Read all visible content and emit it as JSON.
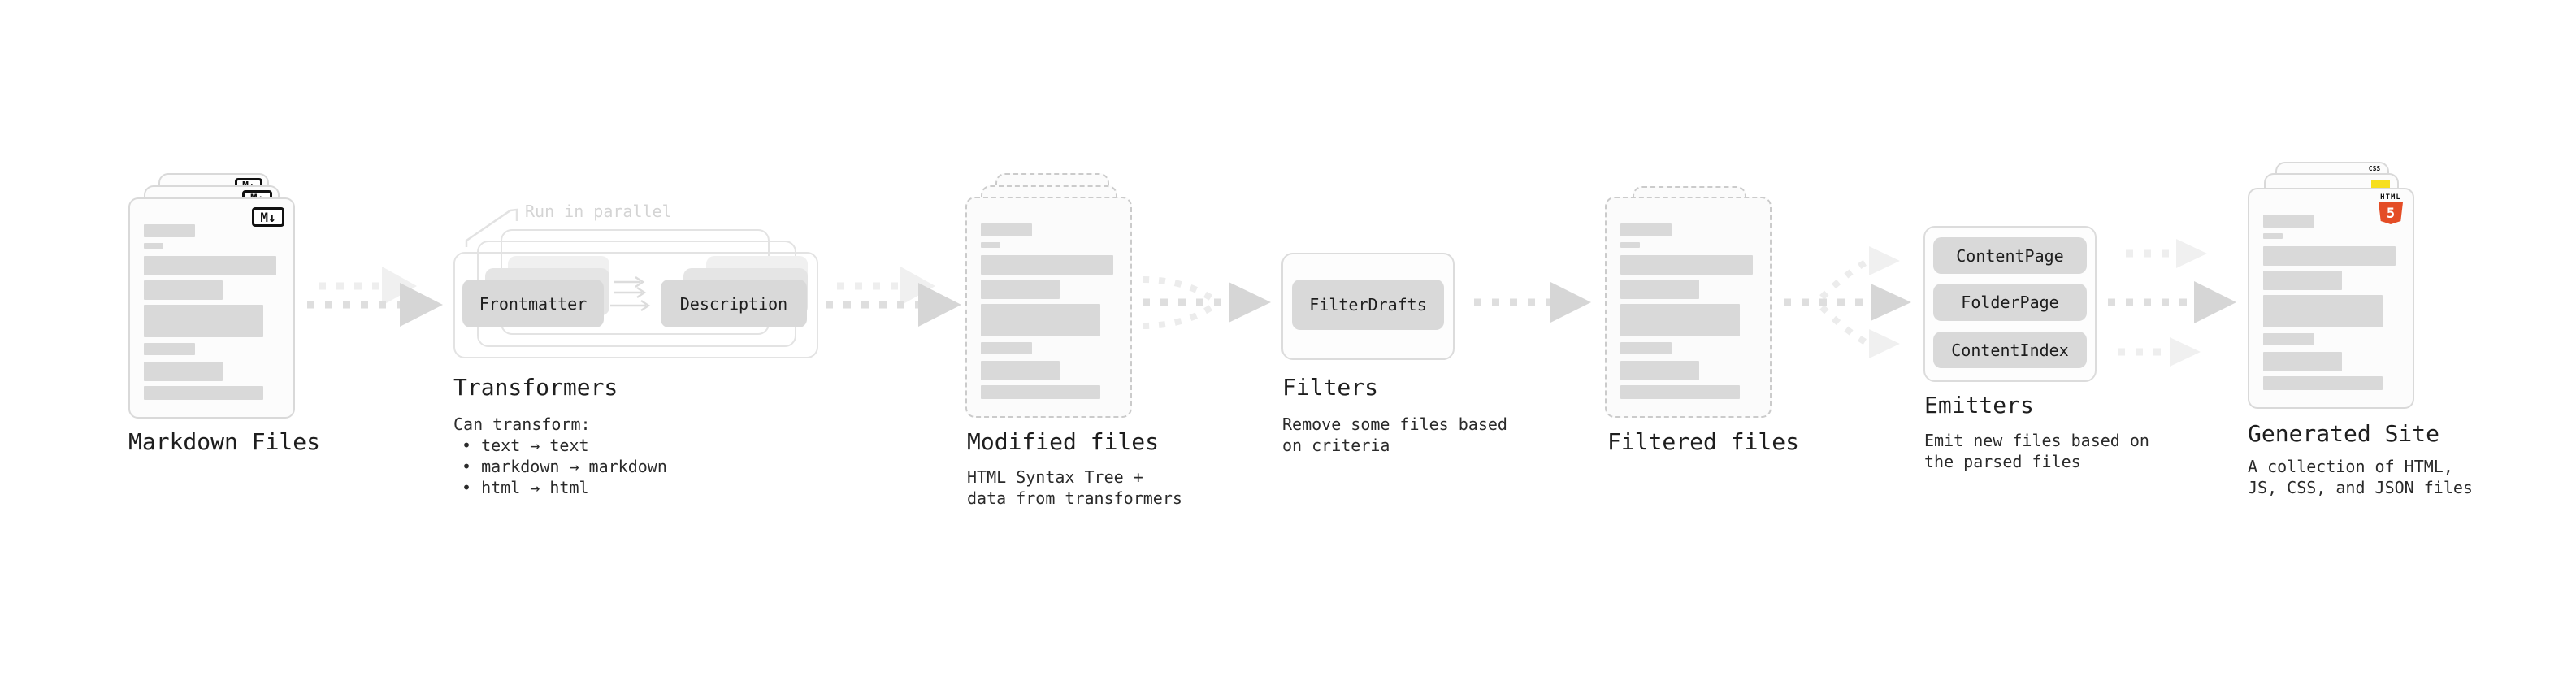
{
  "colors": {
    "html5_orange": "#e44d26",
    "js_yellow": "#f7df1e",
    "css_blue": "#2962f1",
    "bar_gray": "#d9d9d9",
    "arrow_gray": "#dedede"
  },
  "nodes": {
    "markdown": {
      "title": "Markdown Files",
      "badge": "M↓"
    },
    "transformers": {
      "annotation": "Run in parallel",
      "frontmatter_label": "Frontmatter",
      "description_label": "Description",
      "title": "Transformers",
      "subtitle": "Can transform:",
      "bullets": [
        "• text → text",
        "• markdown → markdown",
        "• html → html"
      ]
    },
    "modified_files": {
      "title": "Modified files",
      "desc_lines": [
        "HTML Syntax Tree +",
        "data from transformers"
      ]
    },
    "filters": {
      "title": "Filters",
      "filterdrafts_label": "FilterDrafts",
      "desc_lines": [
        "Remove some files based",
        "on criteria"
      ]
    },
    "filtered_files": {
      "title": "Filtered files"
    },
    "emitters": {
      "title": "Emitters",
      "buttons": [
        "ContentPage",
        "FolderPage",
        "ContentIndex"
      ],
      "desc_lines": [
        "Emit new files based on",
        "the parsed files"
      ]
    },
    "generated_site": {
      "title": "Generated Site",
      "desc_lines": [
        "A collection of HTML,",
        "JS, CSS, and JSON files"
      ],
      "badges": {
        "css": "CSS",
        "html_word": "HTML",
        "html_number": "5"
      }
    }
  }
}
